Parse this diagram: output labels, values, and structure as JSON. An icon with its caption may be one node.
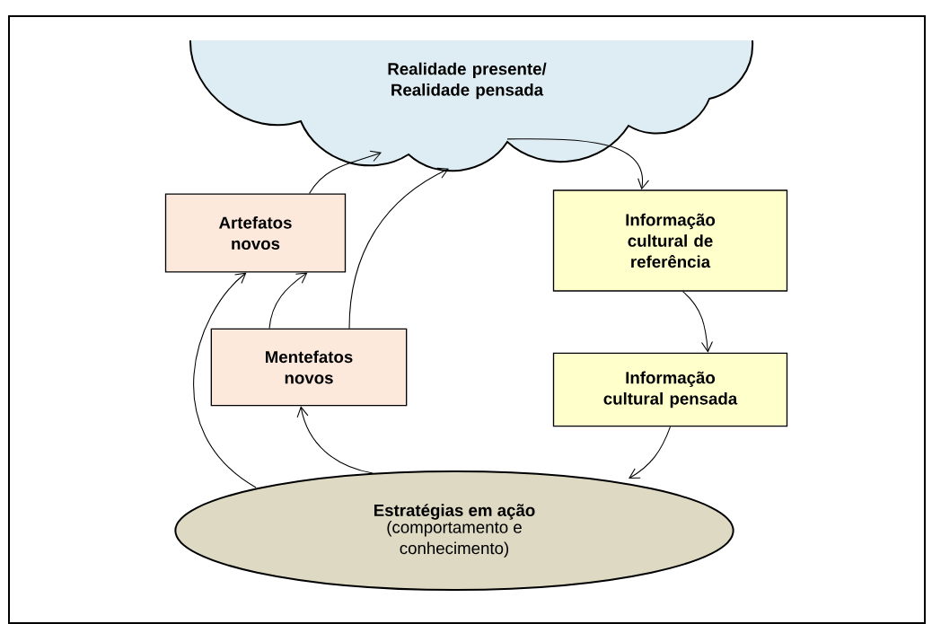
{
  "diagram": {
    "nodes": [
      {
        "text": [
          "Realidade presente/ Realidade pensada"
        ]
      },
      {
        "text": [
          "Artefatos novos"
        ]
      },
      {
        "text": [
          "Mentefatos novos"
        ]
      },
      {
        "text": [
          "Informação cultural de referência"
        ]
      },
      {
        "text": [
          "Informação cultural pensada"
        ]
      },
      {
        "text": [
          "Estratégias em ação",
          "(comportamento e conhecimento)"
        ]
      }
    ],
    "edges": [
      {
        "from": 1,
        "to": 0,
        "arrow": "to"
      },
      {
        "from": 2,
        "to": 0,
        "arrow": "to"
      },
      {
        "from": 2,
        "to": 1,
        "arrow": "to"
      },
      {
        "from": 5,
        "to": 1,
        "arrow": "to"
      },
      {
        "from": 5,
        "to": 2,
        "arrow": "to"
      },
      {
        "from": 0,
        "to": 3,
        "arrow": "to"
      },
      {
        "from": 3,
        "to": 4,
        "arrow": "to"
      },
      {
        "from": 4,
        "to": 5,
        "arrow": "to"
      }
    ]
  }
}
